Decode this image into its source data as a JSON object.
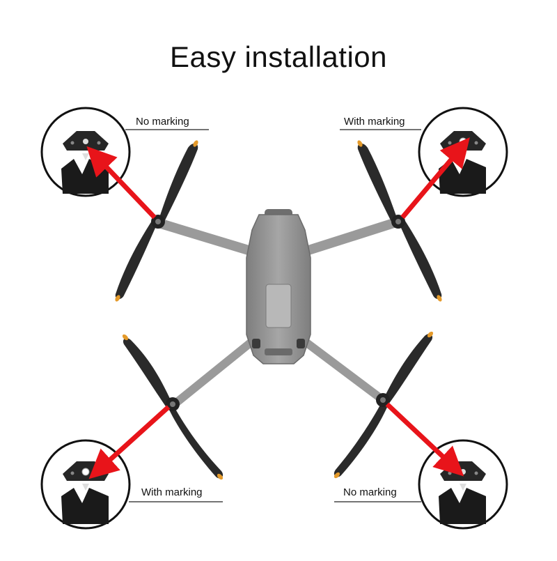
{
  "title": "Easy installation",
  "labels": {
    "top_left": "No marking",
    "top_right": "With marking",
    "bottom_left": "With marking",
    "bottom_right": "No marking"
  },
  "colors": {
    "arrow": "#e8141a",
    "body": "#8f8f8f",
    "arms": "#9a9a9a",
    "propeller": "#2a2a2a",
    "propeller_tip": "#e49a2a",
    "detail_bg": "#151515"
  },
  "icons": [
    "red-arrow",
    "drone-body",
    "propeller",
    "motor-hub",
    "detail-circle"
  ]
}
